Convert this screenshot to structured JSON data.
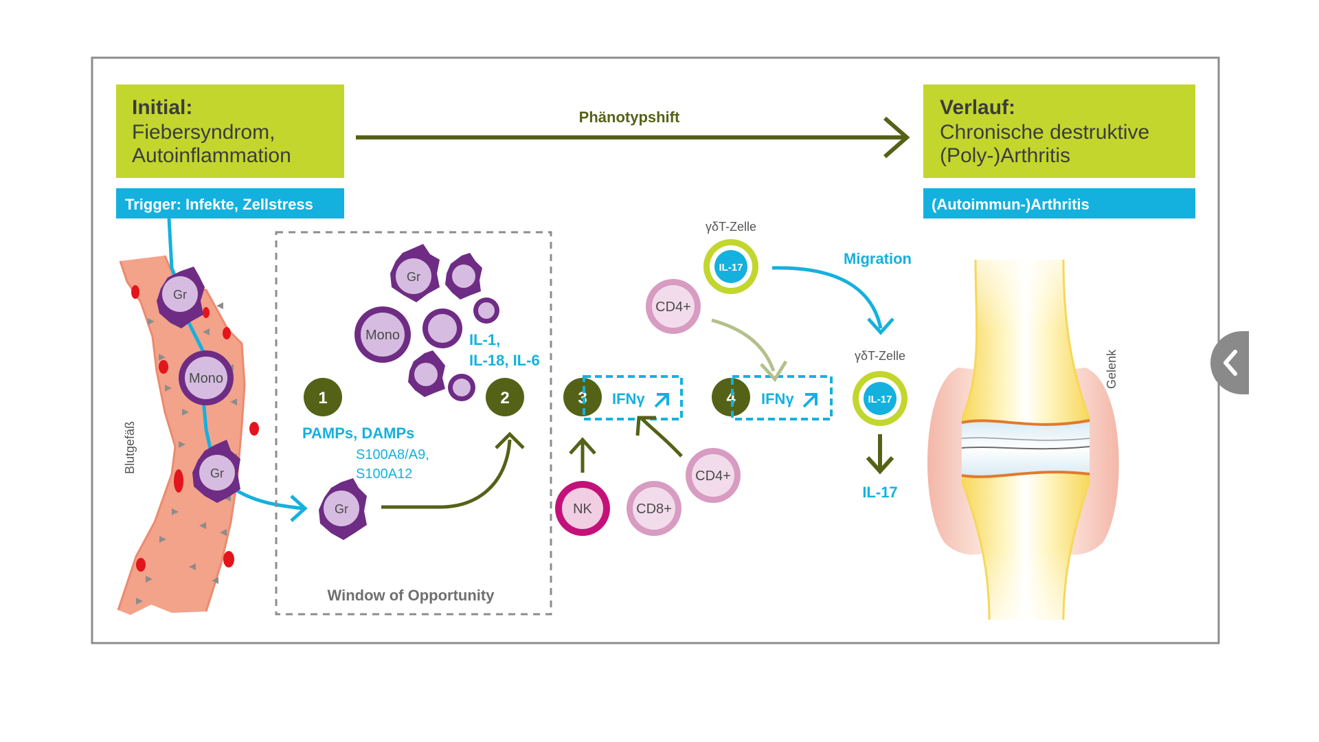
{
  "colors": {
    "lime": "#c2d62d",
    "olive": "#546217",
    "cyan": "#14b1de",
    "purple": "#6e2c84",
    "lilac": "#d6bce0",
    "pink": "#c4117a",
    "rosa": "#d89bc1",
    "vessel": "#f2a38a",
    "frame": "#8c8c8c"
  },
  "header": {
    "initial_title": "Initial:",
    "initial_line1": "Fiebersyndrom,",
    "initial_line2": "Autoinflammation",
    "trigger": "Trigger: Infekte, Zellstress",
    "shift_label": "Phänotypshift",
    "course_title": "Verlauf:",
    "course_line1": "Chronische destruktive",
    "course_line2": "(Poly-)Arthritis",
    "arthritis_tag": "(Autoimmun-)Arthritis"
  },
  "vessel": {
    "label": "Blutgefäß",
    "cells": [
      "Gr",
      "Mono",
      "Gr"
    ]
  },
  "window": {
    "label": "Window of Opportunity",
    "cells": [
      "Gr",
      "Mono",
      "Gr"
    ],
    "step1": "1",
    "step2": "2",
    "pamps": "PAMPs, DAMPs",
    "s100_line1": "S100A8/A9,",
    "s100_line2": "S100A12",
    "il_line1": "IL-1,",
    "il_line2": "IL-18, IL-6"
  },
  "stage3": {
    "step": "3",
    "ifn": "IFNγ",
    "cells": [
      "NK",
      "CD8+",
      "CD4+"
    ]
  },
  "stage4": {
    "step": "4",
    "ifn": "IFNγ",
    "cd4": "CD4+",
    "gd_label": "γδT-Zelle",
    "gd_il": "IL-17",
    "migration": "Migration",
    "gd2_label": "γδT-Zelle",
    "gd2_il": "IL-17",
    "il17_out": "IL-17"
  },
  "joint": {
    "label": "Gelenk"
  },
  "nav": {
    "prev_icon": "chevron-left-icon"
  }
}
